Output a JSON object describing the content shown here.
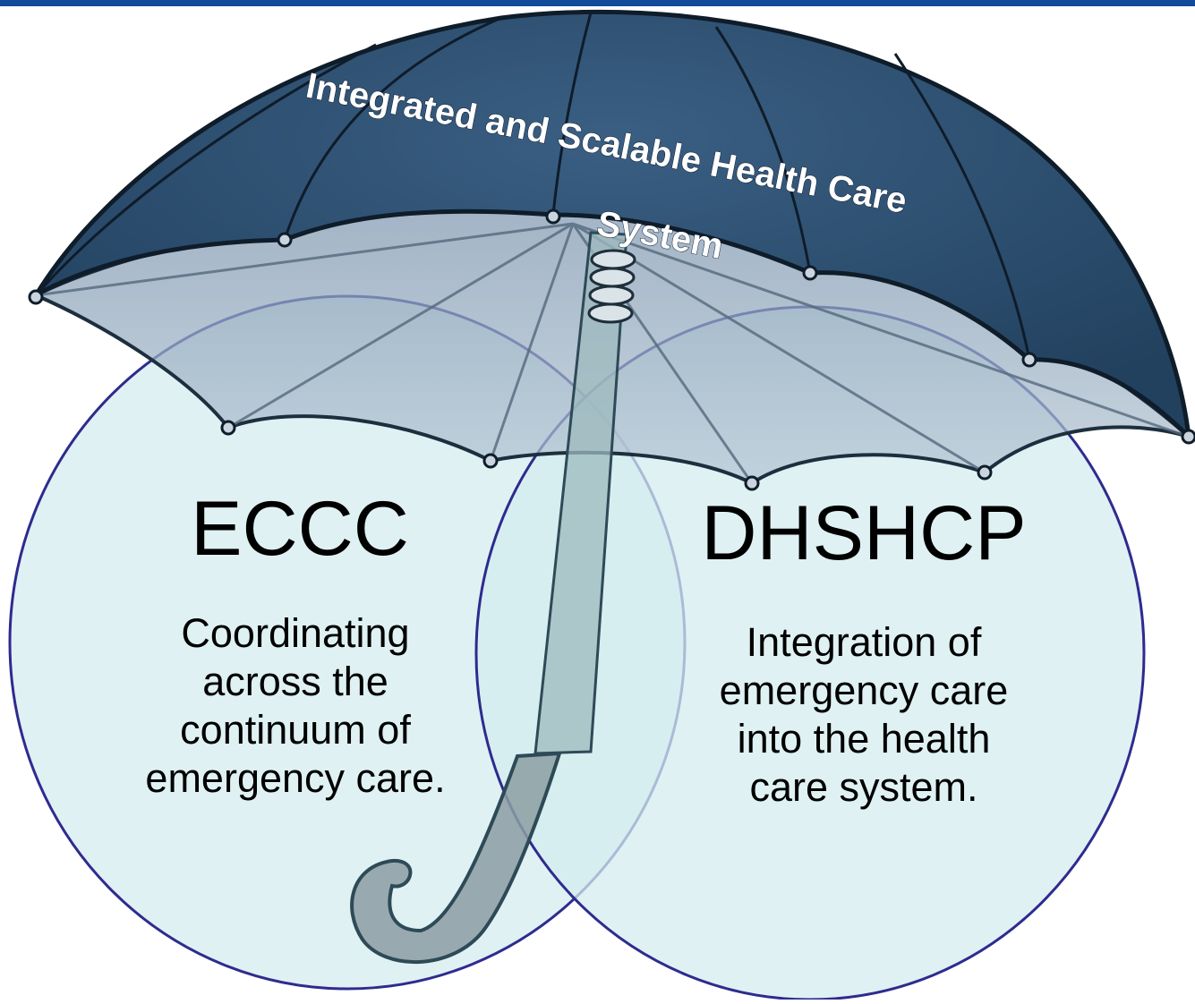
{
  "colors": {
    "top_bar": "#114b9a",
    "canopy_dark": "#22415f",
    "canopy_mid": "#3a5f83",
    "canopy_under": "#8fa6bd",
    "circle_fill": "#d4ecef",
    "circle_stroke": "#2e2b8f",
    "handle": "#9eb9be",
    "handle_grip": "#8c9ea2"
  },
  "umbrella": {
    "icon": "umbrella-icon",
    "banner_line1": "Integrated and Scalable Health Care",
    "banner_line2": "System"
  },
  "left_circle": {
    "title": "ECCC",
    "lines": [
      "Coordinating",
      "across the",
      "continuum of",
      "emergency care."
    ]
  },
  "right_circle": {
    "title": "DHSHCP",
    "lines": [
      "Integration of",
      "emergency care",
      "into the health",
      "care system."
    ]
  }
}
